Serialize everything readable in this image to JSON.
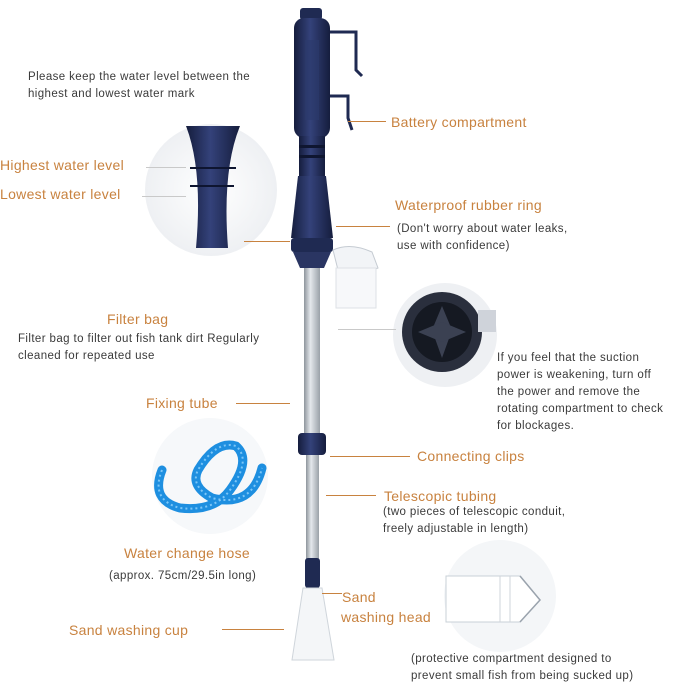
{
  "notes": {
    "water_level": [
      "Please keep the water level between the",
      "highest and lowest water mark"
    ],
    "waterproof": [
      "(Don't worry about water leaks,",
      "use with confidence)"
    ],
    "filter_bag": [
      "Filter bag to filter out fish tank dirt Regularly",
      "cleaned for repeated use"
    ],
    "suction": [
      "If you feel that the suction",
      "power is weakening, turn off",
      "the power and remove the",
      "rotating compartment to check",
      "for blockages."
    ],
    "telescopic": [
      "(two pieces of telescopic conduit,",
      "freely adjustable in length)"
    ],
    "hose": "(approx. 75cm/29.5in long)",
    "head": [
      "(protective compartment designed to",
      "prevent small fish from being sucked up)"
    ]
  },
  "labels": {
    "highest": "Highest water level",
    "lowest": "Lowest water level",
    "battery": "Battery compartment",
    "rubber_ring": "Waterproof rubber ring",
    "filter_bag": "Filter bag",
    "fixing_tube": "Fixing tube",
    "connecting_clips": "Connecting clips",
    "telescopic": "Telescopic tubing",
    "hose": "Water change hose",
    "sand_head_1": "Sand",
    "sand_head_2": "washing head",
    "sand_cup": "Sand washing cup"
  },
  "colors": {
    "label": "#c8823f",
    "navy": "#1f2a52",
    "tube": "#b9c0c8",
    "hose": "#1e8fe0"
  }
}
